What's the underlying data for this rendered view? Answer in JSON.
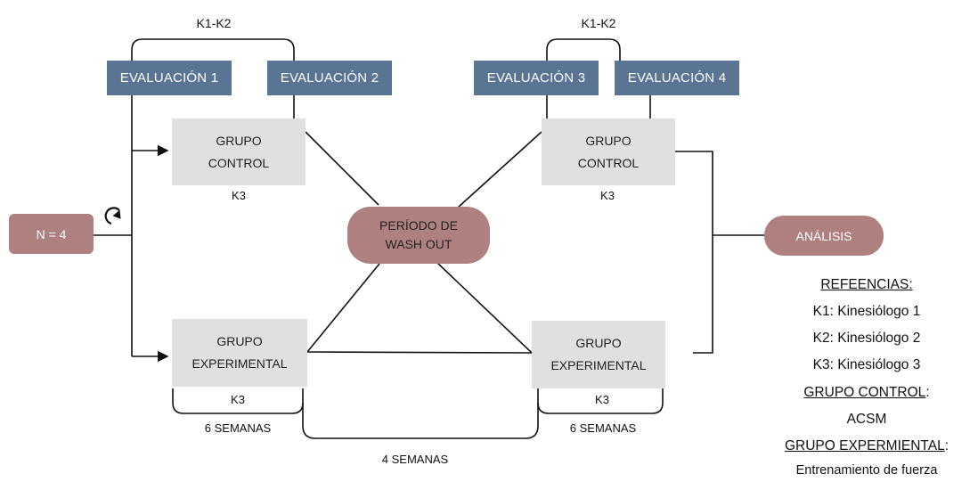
{
  "evaluations": [
    "EVALUACIÓN 1",
    "EVALUACIÓN 2",
    "EVALUACIÓN 3",
    "EVALUACIÓN 4"
  ],
  "pair_labels": {
    "left": "K1-K2",
    "right": "K1-K2"
  },
  "start_node": "N = 4",
  "groups": {
    "control_left": [
      "GRUPO",
      "CONTROL"
    ],
    "control_right": [
      "GRUPO",
      "CONTROL"
    ],
    "experimental_left": [
      "GRUPO",
      "EXPERIMENTAL"
    ],
    "experimental_right": [
      "GRUPO",
      "EXPERIMENTAL"
    ]
  },
  "k3_labels": [
    "K3",
    "K3",
    "K3",
    "K3"
  ],
  "washout": [
    "PERÍODO DE",
    "WASH OUT"
  ],
  "analysis": "ANÁLISIS",
  "durations": {
    "left": "6 SEMANAS",
    "right": "6 SEMANAS",
    "middle": "4 SEMANAS"
  },
  "legend": {
    "title": "REFEENCIAS:",
    "k1": "K1: Kinesiólogo 1",
    "k2": "K2: Kinesiólogo 2",
    "k3": "K3: Kinesiólogo 3",
    "control_title": "GRUPO CONTROL",
    "colon1": ":",
    "control_desc": "ACSM",
    "exp_title": "GRUPO EXPERMIENTAL",
    "colon2": ":",
    "exp_desc": "Entrenamiento de fuerza"
  },
  "colors": {
    "evaluation_box": "#5a7494",
    "group_box": "#e0e0e0",
    "pill": "#ae8080",
    "line": "#111111"
  },
  "icons": {
    "repeat": "refresh-icon"
  }
}
